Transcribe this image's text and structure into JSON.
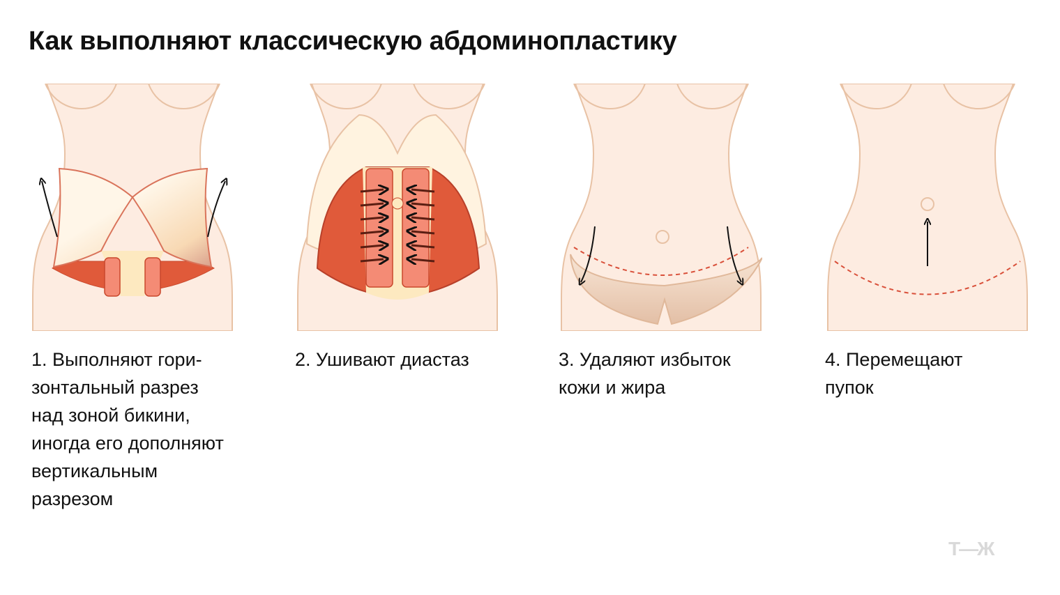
{
  "title": "Как выполняют классическую абдоминопластику",
  "steps": [
    {
      "caption": "1. Выполняют гори-\nзонтальный разрез\nнад зоной бикини,\nиногда его дополняют\nвертикальным\nразрезом"
    },
    {
      "caption": "2. Ушивают диастаз"
    },
    {
      "caption": "3. Удаляют избыток\nкожи и жира"
    },
    {
      "caption": "4. Перемещают\nпупок"
    }
  ],
  "logo": "Т—Ж",
  "colors": {
    "skin": "#fdece1",
    "outline": "#e8c2a5",
    "muscle": "#e05a3a",
    "fiber": "#f48b75",
    "fascia": "#fde9c0",
    "incision": "#d9503a"
  }
}
